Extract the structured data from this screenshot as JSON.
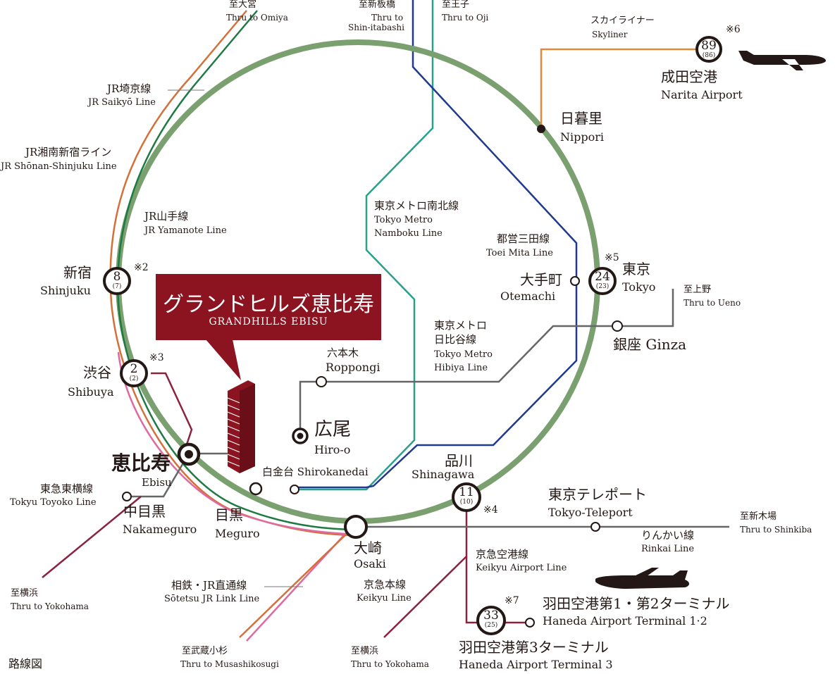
{
  "colors": {
    "yamanote": "#7ba070",
    "saikyo_shonan": "#1e7a43",
    "rinkai_orange": "#d4703a",
    "sotetsu_pink": "#de6aa0",
    "keikyu": "#8a2340",
    "namboku": "#29a08a",
    "mita": "#1f3a8f",
    "hibiya": "#666666",
    "skyliner": "#e08a3a",
    "brand": "#8c1421"
  },
  "banner": {
    "title_jp": "グランドヒルズ恵比寿",
    "title_en": "GRANDHILLS EBISU"
  },
  "directions": {
    "omiya_jp": "至大宮",
    "omiya_en": "Thru to Omiya",
    "shinitabashi_jp": "至新板橋",
    "shinitabashi_en1": "Thru to",
    "shinitabashi_en2": "Shin-itabashi",
    "oji_jp": "至王子",
    "oji_en": "Thru to Oji",
    "ueno_jp": "至上野",
    "ueno_en": "Thru to Ueno",
    "shinkiba_jp": "至新木場",
    "shinkiba_en": "Thru to Shinkiba",
    "yokohama1_jp": "至横浜",
    "yokohama1_en": "Thru to Yokohama",
    "musashikosugi_jp": "至武蔵小杉",
    "musashikosugi_en": "Thru to Musashikosugi",
    "yokohama2_jp": "至横浜",
    "yokohama2_en": "Thru to Yokohama"
  },
  "lines": {
    "saikyo_jp": "JR埼京線",
    "saikyo_en": "JR Saikyō Line",
    "shonan_jp": "JR湘南新宿ライン",
    "shonan_en": "JR Shōnan-Shinjuku Line",
    "yamanote_jp": "JR山手線",
    "yamanote_en": "JR Yamanote Line",
    "namboku_jp": "東京メトロ南北線",
    "namboku_en1": "Tokyo Metro",
    "namboku_en2": "Namboku Line",
    "mita_jp": "都営三田線",
    "mita_en": "Toei Mita Line",
    "hibiya_jp1": "東京メトロ",
    "hibiya_jp2": "日比谷線",
    "hibiya_en1": "Tokyo Metro",
    "hibiya_en2": "Hibiya Line",
    "skyliner_jp": "スカイライナー",
    "skyliner_en": "Skyliner",
    "toyoko_jp": "東急東横線",
    "toyoko_en": "Tokyu Toyoko Line",
    "sotetsu_jp": "相鉄・JR直通線",
    "sotetsu_en": "Sōtetsu JR Link Line",
    "keikyu_main_jp": "京急本線",
    "keikyu_main_en": "Keikyu Line",
    "keikyu_airport_jp": "京急空港線",
    "keikyu_airport_en": "Keikyu Airport Line",
    "rinkai_jp": "りんかい線",
    "rinkai_en": "Rinkai Line"
  },
  "stations": {
    "nippori_jp": "日暮里",
    "nippori_en": "Nippori",
    "narita_jp": "成田空港",
    "narita_en": "Narita Airport",
    "tokyo_jp": "東京",
    "tokyo_en": "Tokyo",
    "otemachi_jp": "大手町",
    "otemachi_en": "Otemachi",
    "ginza": "銀座 Ginza",
    "roppongi_jp": "六本木",
    "roppongi_en": "Roppongi",
    "hiroo_jp": "広尾",
    "hiroo_en": "Hiro-o",
    "shirokanedai": "白金台 Shirokanedai",
    "shinagawa_jp": "品川",
    "shinagawa_en": "Shinagawa",
    "teleport_jp": "東京テレポート",
    "teleport_en": "Tokyo-Teleport",
    "shinjuku_jp": "新宿",
    "shinjuku_en": "Shinjuku",
    "shibuya_jp": "渋谷",
    "shibuya_en": "Shibuya",
    "ebisu_jp": "恵比寿",
    "ebisu_en": "Ebisu",
    "nakameguro_jp": "中目黒",
    "nakameguro_en": "Nakameguro",
    "meguro_jp": "目黒",
    "meguro_en": "Meguro",
    "osaki_jp": "大崎",
    "osaki_en": "Osaki",
    "haneda12_jp": "羽田空港第1・第2ターミナル",
    "haneda12_en": "Haneda Airport Terminal 1·2",
    "haneda3_jp": "羽田空港第3ターミナル",
    "haneda3_en": "Haneda Airport Terminal 3"
  },
  "times": {
    "narita": {
      "main": "89",
      "sub": "(86)",
      "note": "※6"
    },
    "tokyo": {
      "main": "24",
      "sub": "(23)",
      "note": "※5"
    },
    "shinjuku": {
      "main": "8",
      "sub": "(7)",
      "note": "※2"
    },
    "shibuya": {
      "main": "2",
      "sub": "(2)",
      "note": "※3"
    },
    "shinagawa": {
      "main": "11",
      "sub": "(10)",
      "note": "※4"
    },
    "haneda": {
      "main": "33",
      "sub": "(25)",
      "note": "※7"
    }
  },
  "map_title": "路線図"
}
